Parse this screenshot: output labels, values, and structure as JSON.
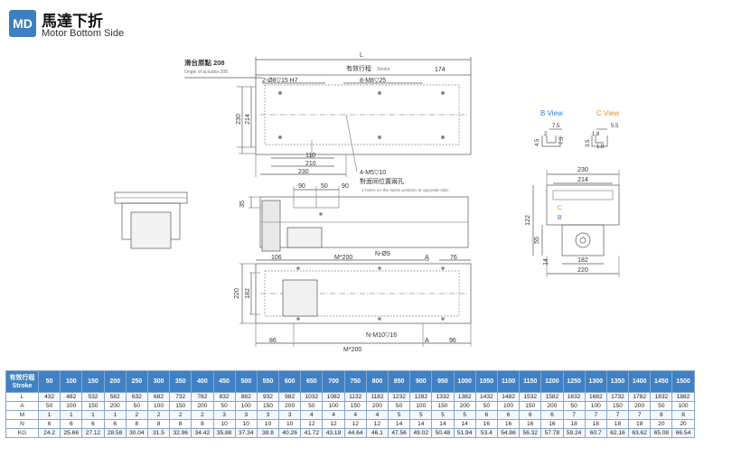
{
  "header": {
    "badge": "MD",
    "title": "馬達下折",
    "subtitle": "Motor Bottom Side"
  },
  "drawing": {
    "origin_cn": "滑台原點 208",
    "origin_en": "Origin of actuator:208",
    "dim_L": "L",
    "stroke_cn": "有效行程",
    "stroke_en": "Stroke",
    "dim_174": "174",
    "hole_2": "2-Ø8▽15 H7",
    "hole_8": "8-M8▽25",
    "dim_230v": "230",
    "dim_214v": "214",
    "dim_110": "110",
    "dim_210": "210",
    "dim_230h": "230",
    "note_m5": "4-M5▽10",
    "note_cn": "對面同位置兩孔",
    "note_en": "2 holes on the same position at opposite side.",
    "dim_90a": "90",
    "dim_50": "50",
    "dim_90b": "90",
    "dim_35": "35",
    "dim_106": "106",
    "dim_M200": "M*200",
    "dim_N9": "N-Ø9",
    "dim_A": "A",
    "dim_76": "76",
    "dim_220v": "220",
    "dim_182v": "182",
    "dim_86": "86",
    "dim_M200b": "M*200",
    "dim_NM10": "N-M10▽16",
    "dim_Ab": "A",
    "dim_96": "96",
    "bview": "B View",
    "cview": "C View",
    "b_75": "7.5",
    "b_2": "2",
    "b_45": "4.5",
    "b_75b": "7.5",
    "c_55": "5.5",
    "c_18": "1.8",
    "c_35": "3.5",
    "c_18b": "1.8",
    "e_230": "230",
    "e_214": "214",
    "e_122": "122",
    "e_55": "55",
    "e_14": "14",
    "e_182": "182",
    "e_220": "220",
    "e_C": "C",
    "e_B": "B"
  },
  "table": {
    "head_cn": "有效行程",
    "head_en": "Stroke",
    "strokes": [
      "50",
      "100",
      "150",
      "200",
      "250",
      "300",
      "350",
      "400",
      "450",
      "500",
      "550",
      "600",
      "650",
      "700",
      "750",
      "800",
      "850",
      "900",
      "950",
      "1000",
      "1050",
      "1100",
      "1150",
      "1200",
      "1250",
      "1300",
      "1350",
      "1400",
      "1450",
      "1500"
    ],
    "rows": [
      {
        "label": "L",
        "values": [
          "432",
          "482",
          "532",
          "582",
          "632",
          "682",
          "732",
          "782",
          "832",
          "882",
          "932",
          "982",
          "1032",
          "1082",
          "1132",
          "1182",
          "1232",
          "1282",
          "1332",
          "1382",
          "1432",
          "1482",
          "1532",
          "1582",
          "1632",
          "1682",
          "1732",
          "1782",
          "1832",
          "1882"
        ]
      },
      {
        "label": "A",
        "values": [
          "50",
          "100",
          "150",
          "200",
          "50",
          "100",
          "150",
          "200",
          "50",
          "100",
          "150",
          "200",
          "50",
          "100",
          "150",
          "200",
          "50",
          "100",
          "150",
          "200",
          "50",
          "100",
          "150",
          "200",
          "50",
          "100",
          "150",
          "200",
          "50",
          "100"
        ]
      },
      {
        "label": "M",
        "values": [
          "1",
          "1",
          "1",
          "1",
          "2",
          "2",
          "2",
          "2",
          "3",
          "3",
          "3",
          "3",
          "4",
          "4",
          "4",
          "4",
          "5",
          "5",
          "5",
          "5",
          "6",
          "6",
          "6",
          "6",
          "7",
          "7",
          "7",
          "7",
          "8",
          "8"
        ]
      },
      {
        "label": "N",
        "values": [
          "6",
          "6",
          "6",
          "6",
          "8",
          "8",
          "8",
          "8",
          "10",
          "10",
          "10",
          "10",
          "12",
          "12",
          "12",
          "12",
          "14",
          "14",
          "14",
          "14",
          "16",
          "16",
          "16",
          "16",
          "18",
          "18",
          "18",
          "18",
          "20",
          "20"
        ]
      },
      {
        "label": "KG",
        "values": [
          "24.2",
          "25.66",
          "27.12",
          "28.58",
          "30.04",
          "31.5",
          "32.96",
          "34.42",
          "35.88",
          "37.34",
          "38.8",
          "40.26",
          "41.72",
          "43.18",
          "44.64",
          "46.1",
          "47.56",
          "49.02",
          "50.48",
          "51.94",
          "53.4",
          "54.86",
          "56.32",
          "57.78",
          "59.24",
          "60.7",
          "62.16",
          "63.62",
          "65.08",
          "66.54"
        ]
      }
    ]
  },
  "colors": {
    "accent": "#3d7fc1",
    "view_b": "#2f7fd6",
    "view_c": "#e3912b"
  }
}
